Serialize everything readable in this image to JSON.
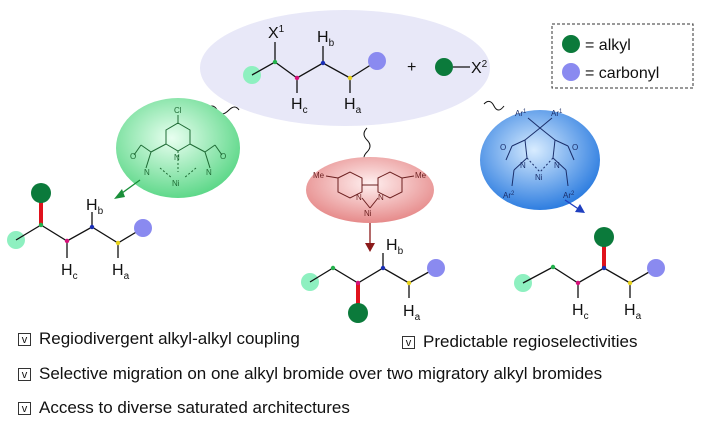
{
  "reactant": {
    "x1": "X",
    "x1_sup": "1",
    "hb": "H",
    "hb_sub": "b",
    "hc": "H",
    "hc_sub": "c",
    "ha": "H",
    "ha_sub": "a",
    "plus": "+",
    "x2": "X",
    "x2_sup": "2"
  },
  "legend": {
    "alkyl_label": "= alkyl",
    "carbonyl_label": "= carbonyl",
    "alkyl_color": "#0b7a3b",
    "carbonyl_color": "#8a8af0"
  },
  "catalysts": {
    "left": {
      "cl": "Cl",
      "n_left": "N",
      "n_mid": "N",
      "n_right": "N",
      "o_left": "O",
      "o_right": "O",
      "ni": "Ni",
      "color": "#7be3a0"
    },
    "middle": {
      "me_left": "Me",
      "me_right": "Me",
      "n_left": "N",
      "n_right": "N",
      "ni": "Ni",
      "color": "#f2a0a0"
    },
    "right": {
      "ar1_left": "Ar",
      "ar1_left_sup": "1",
      "ar1_right": "Ar",
      "ar1_right_sup": "1",
      "ar2_left": "Ar",
      "ar2_left_sup": "2",
      "ar2_right": "Ar",
      "ar2_right_sup": "2",
      "o_left": "O",
      "o_right": "O",
      "n_left": "N",
      "n_right": "N",
      "ni": "Ni",
      "color": "#4a90e2"
    }
  },
  "products": {
    "left": {
      "hb": "H",
      "hb_sub": "b",
      "hc": "H",
      "hc_sub": "c",
      "ha": "H",
      "ha_sub": "a"
    },
    "middle": {
      "hb": "H",
      "hb_sub": "b",
      "ha": "H",
      "ha_sub": "a"
    },
    "right": {
      "hc": "H",
      "hc_sub": "c",
      "ha": "H",
      "ha_sub": "a"
    }
  },
  "colors": {
    "bond_highlight": "#e0121c",
    "arrow_dark_red": "#8b1a1a",
    "arrow_green": "#1a8f3a",
    "arrow_blue": "#1f3fbf",
    "node_green": "#22b14c",
    "node_pink": "#d6107a",
    "node_blue": "#1a2fb5",
    "node_yellow": "#e8d21a",
    "end_mint": "#8ef0c0"
  },
  "bullets": [
    "Regiodivergent alkyl-alkyl coupling",
    "Predictable regioselectivities",
    "Selective migration on one alkyl bromide over two migratory alkyl bromides",
    "Access to diverse saturated architectures"
  ],
  "checkbox_mark": "v"
}
